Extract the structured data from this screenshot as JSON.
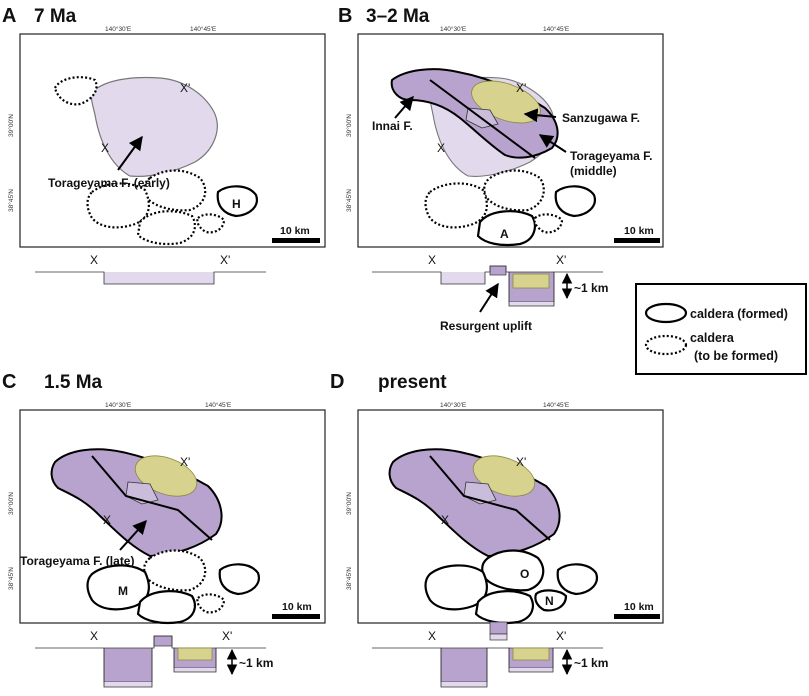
{
  "panels": {
    "A": {
      "letter": "A",
      "age": "7 Ma",
      "label_early": "Torageyama F. (early)",
      "caldera_h": "H"
    },
    "B": {
      "letter": "B",
      "age": "3–2 Ma",
      "label_innai": "Innai F.",
      "label_sanzugawa": "Sanzugawa F.",
      "label_middle_1": "Torageyama F.",
      "label_middle_2": "(middle)",
      "caldera_a": "A",
      "resurgent": "Resurgent uplift"
    },
    "C": {
      "letter": "C",
      "age": "1.5 Ma",
      "label_late": "Torageyama F. (late)",
      "caldera_m": "M"
    },
    "D": {
      "letter": "D",
      "age": "present",
      "caldera_o": "O",
      "caldera_n": "N"
    }
  },
  "ticks": {
    "lon1": "140°30'E",
    "lon2": "140°45'E",
    "lat1": "39°00'N",
    "lat2": "38°45'N"
  },
  "section": {
    "x": "X",
    "x_prime": "X'",
    "depth": "~1 km"
  },
  "scale_bar": "10 km",
  "legend": {
    "formed": "caldera (formed)",
    "tbf_1": "caldera",
    "tbf_2": "(to be formed)"
  },
  "colors": {
    "light_purple": "#e3d9ec",
    "purple": "#b7a3ce",
    "yellow": "#d7d38f"
  }
}
